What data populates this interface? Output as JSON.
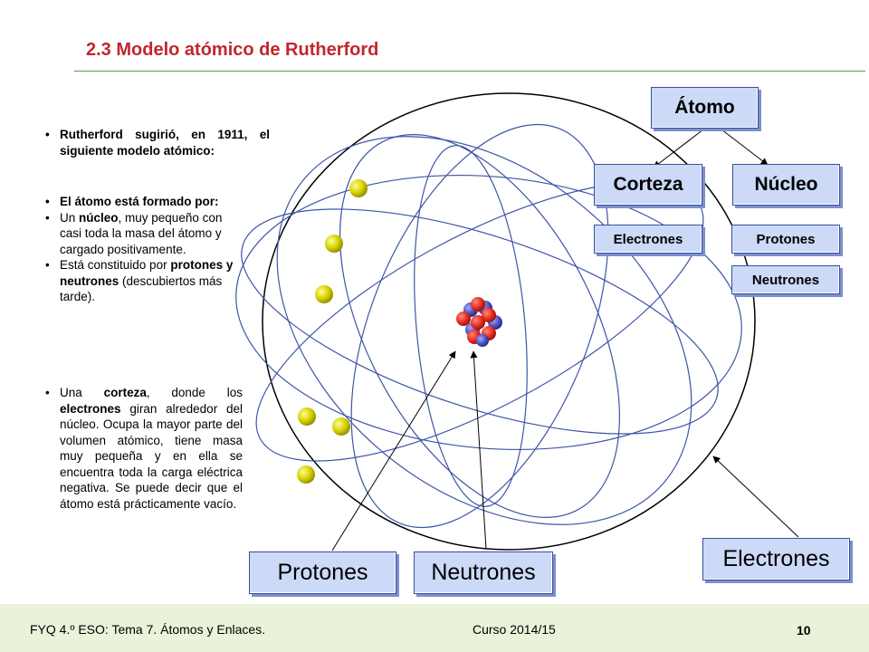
{
  "title": "2.3  Modelo atómico de Rutherford",
  "intro": {
    "name": "Rutherford",
    "rest": " sugirió, en 1911, el siguiente modelo atómico:"
  },
  "bullets_atom": {
    "b1": "El átomo está formado por:",
    "b2_pre": "Un ",
    "b2_bold": "núcleo",
    "b2_post": ", muy pequeño con casi toda la masa del átomo y cargado positivamente.",
    "b3_pre": "Está constituido por ",
    "b3_bold": "protones y neutrones",
    "b3_post": " (descubiertos más tarde)."
  },
  "cortex_bullet": {
    "pre": "Una ",
    "bold1": "corteza",
    "mid": ", donde los ",
    "bold2": "electrones",
    "post": " giran alrededor del núcleo. Ocupa la mayor parte del volumen atómico, tiene masa muy pequeña y en ella se encuentra toda la carga eléctrica negativa. Se puede decir que el átomo está prácticamente vacío."
  },
  "hierarchy": {
    "atomo": "Átomo",
    "corteza": "Corteza",
    "nucleo": "Núcleo",
    "electrones": "Electrones",
    "protones": "Protones",
    "neutrones": "Neutrones"
  },
  "labels": {
    "protones": "Protones",
    "neutrones": "Neutrones",
    "electrones": "Electrones"
  },
  "footer": {
    "left": "FYQ  4.º ESO:  Tema 7. Átomos y Enlaces.",
    "course": "Curso 2014/15",
    "page": "10"
  },
  "colors": {
    "title": "#c0272d",
    "box_fill": "#ccd9f7",
    "box_border": "#3a4f9a",
    "orbit": "#3e55a8",
    "electron": "#d8d400",
    "proton": "#e8291c",
    "neutron": "#4a4fc4",
    "footer_bg": "#e8f3da"
  }
}
